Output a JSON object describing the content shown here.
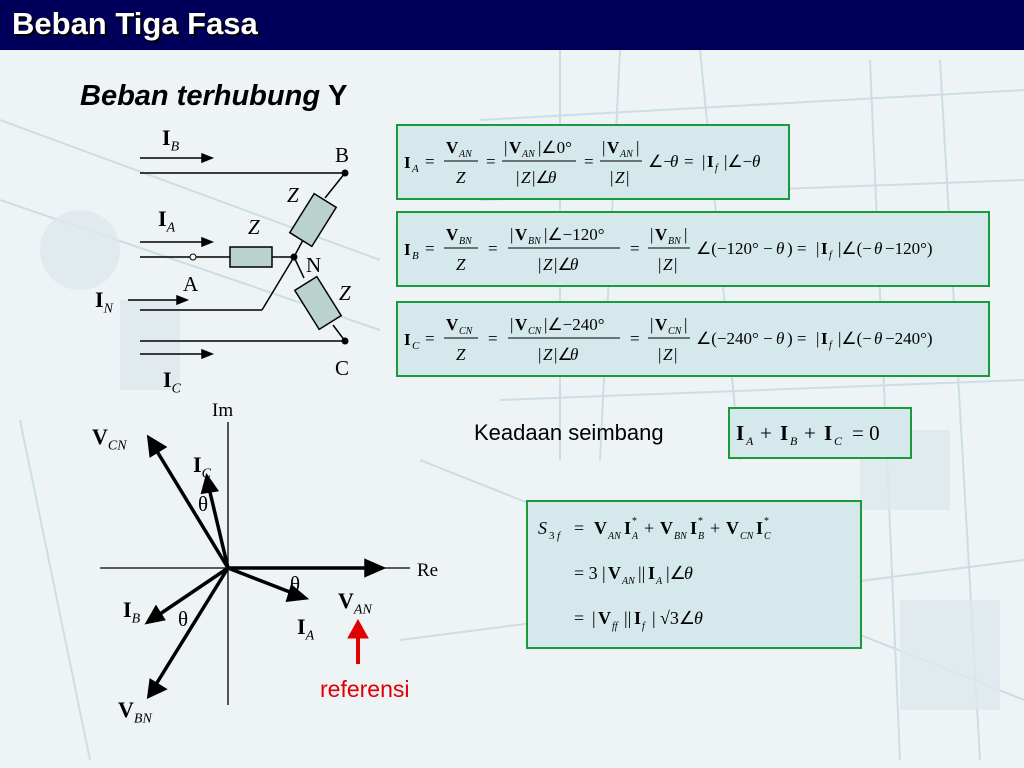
{
  "header": {
    "title": "Beban Tiga Fasa"
  },
  "subtitle": {
    "main": "Beban terhubung",
    "y": "Y"
  },
  "circuit": {
    "i_b": "I",
    "i_b_sub": "B",
    "i_a": "I",
    "i_a_sub": "A",
    "i_n": "I",
    "i_n_sub": "N",
    "i_c": "I",
    "i_c_sub": "C",
    "node_b": "B",
    "node_a": "A",
    "node_n": "N",
    "node_c": "C",
    "z": "Z"
  },
  "phasor": {
    "im": "Im",
    "re": "Re",
    "v_cn": "V",
    "v_cn_sub": "CN",
    "i_c": "I",
    "i_c_sub": "C",
    "theta": "θ",
    "i_b": "I",
    "i_b_sub": "B",
    "v_an": "V",
    "v_an_sub": "AN",
    "i_a": "I",
    "i_a_sub": "A",
    "v_bn": "V",
    "v_bn_sub": "BN",
    "referensi": "referensi"
  },
  "keadaan": {
    "label": "Keadaan seimbang"
  },
  "colors": {
    "title_bar": "#00005a",
    "box_fill": "#d5e8ec",
    "box_border": "#1a9a3a",
    "arrow_red": "#e00000"
  }
}
